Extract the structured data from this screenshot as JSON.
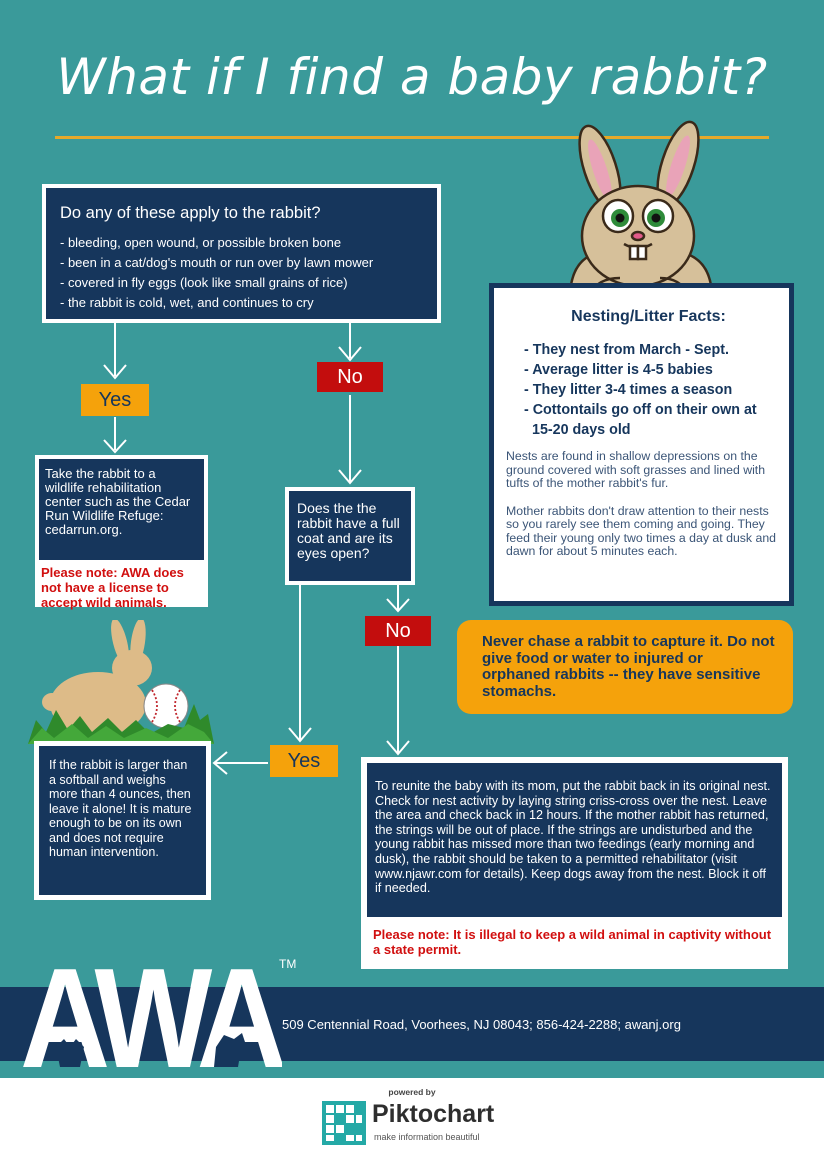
{
  "title": "What if I find a baby rabbit?",
  "question": {
    "heading": "Do any of these apply to the rabbit?",
    "items": [
      "- bleeding, open wound, or possible broken bone",
      "- been in a cat/dog's mouth or run over by lawn mower",
      "- covered in fly eggs (look like small grains of rice)",
      "- the rabbit is cold, wet, and continues to cry"
    ]
  },
  "labels": {
    "yes": "Yes",
    "no": "No"
  },
  "rehab": {
    "text": "Take the rabbit to a wildlife rehabilitation center such as the Cedar Run Wildlife Refuge: cedarrun.org.",
    "note": "Please note: AWA does not have a license to accept wild animals."
  },
  "coat_question": "Does the the rabbit have a full coat and are its eyes open?",
  "leave_alone": "If the rabbit is larger than a softball and weighs more than 4 ounces, then leave it alone!  It is mature enough to be on its own and does not require human intervention.",
  "reunite": {
    "text": "To reunite the baby with its mom, put the rabbit back in its original nest. Check for nest activity by laying string criss-cross over the nest.  Leave the area and check back in 12 hours. If the mother rabbit has returned, the strings will be out of place.  If the strings are undisturbed and the young rabbit has missed more than two feedings (early morning and dusk), the rabbit should be taken to a permitted rehabilitator (visit www.njawr.com for details). Keep dogs away from the nest. Block it off if needed.",
    "note": "Please note: It is illegal to keep a wild animal in captivity without a state permit."
  },
  "facts": {
    "heading": "Nesting/Litter Facts:",
    "items": [
      "- They nest from March - Sept.",
      "- Average litter is 4-5 babies",
      "- They litter 3-4 times a season",
      "- Cottontails go off on their own at 15-20 days old"
    ],
    "paragraphs": [
      "Nests are found in shallow depressions on the ground covered with soft grasses and lined with tufts of the mother rabbit's fur.",
      "Mother rabbits don't draw attention to their nests so you rarely see them coming and going. They feed their young only two times a day at dusk and dawn for about 5 minutes each."
    ]
  },
  "warning": "Never chase a rabbit to capture it. Do not give food or water to injured or orphaned rabbits -- they have sensitive stomachs.",
  "footer": {
    "logo": "AWA",
    "trademark": "TM",
    "contact": "509 Centennial Road, Voorhees, NJ 08043;    856-424-2288;   awanj.org"
  },
  "piktochart": {
    "powered_by": "powered by",
    "name": "Piktochart",
    "tagline": "make information beautiful"
  },
  "colors": {
    "background": "#3a9a9a",
    "navy": "#16365c",
    "orange": "#f5a20b",
    "red": "#c30d0d",
    "rule": "#e5a92a"
  }
}
